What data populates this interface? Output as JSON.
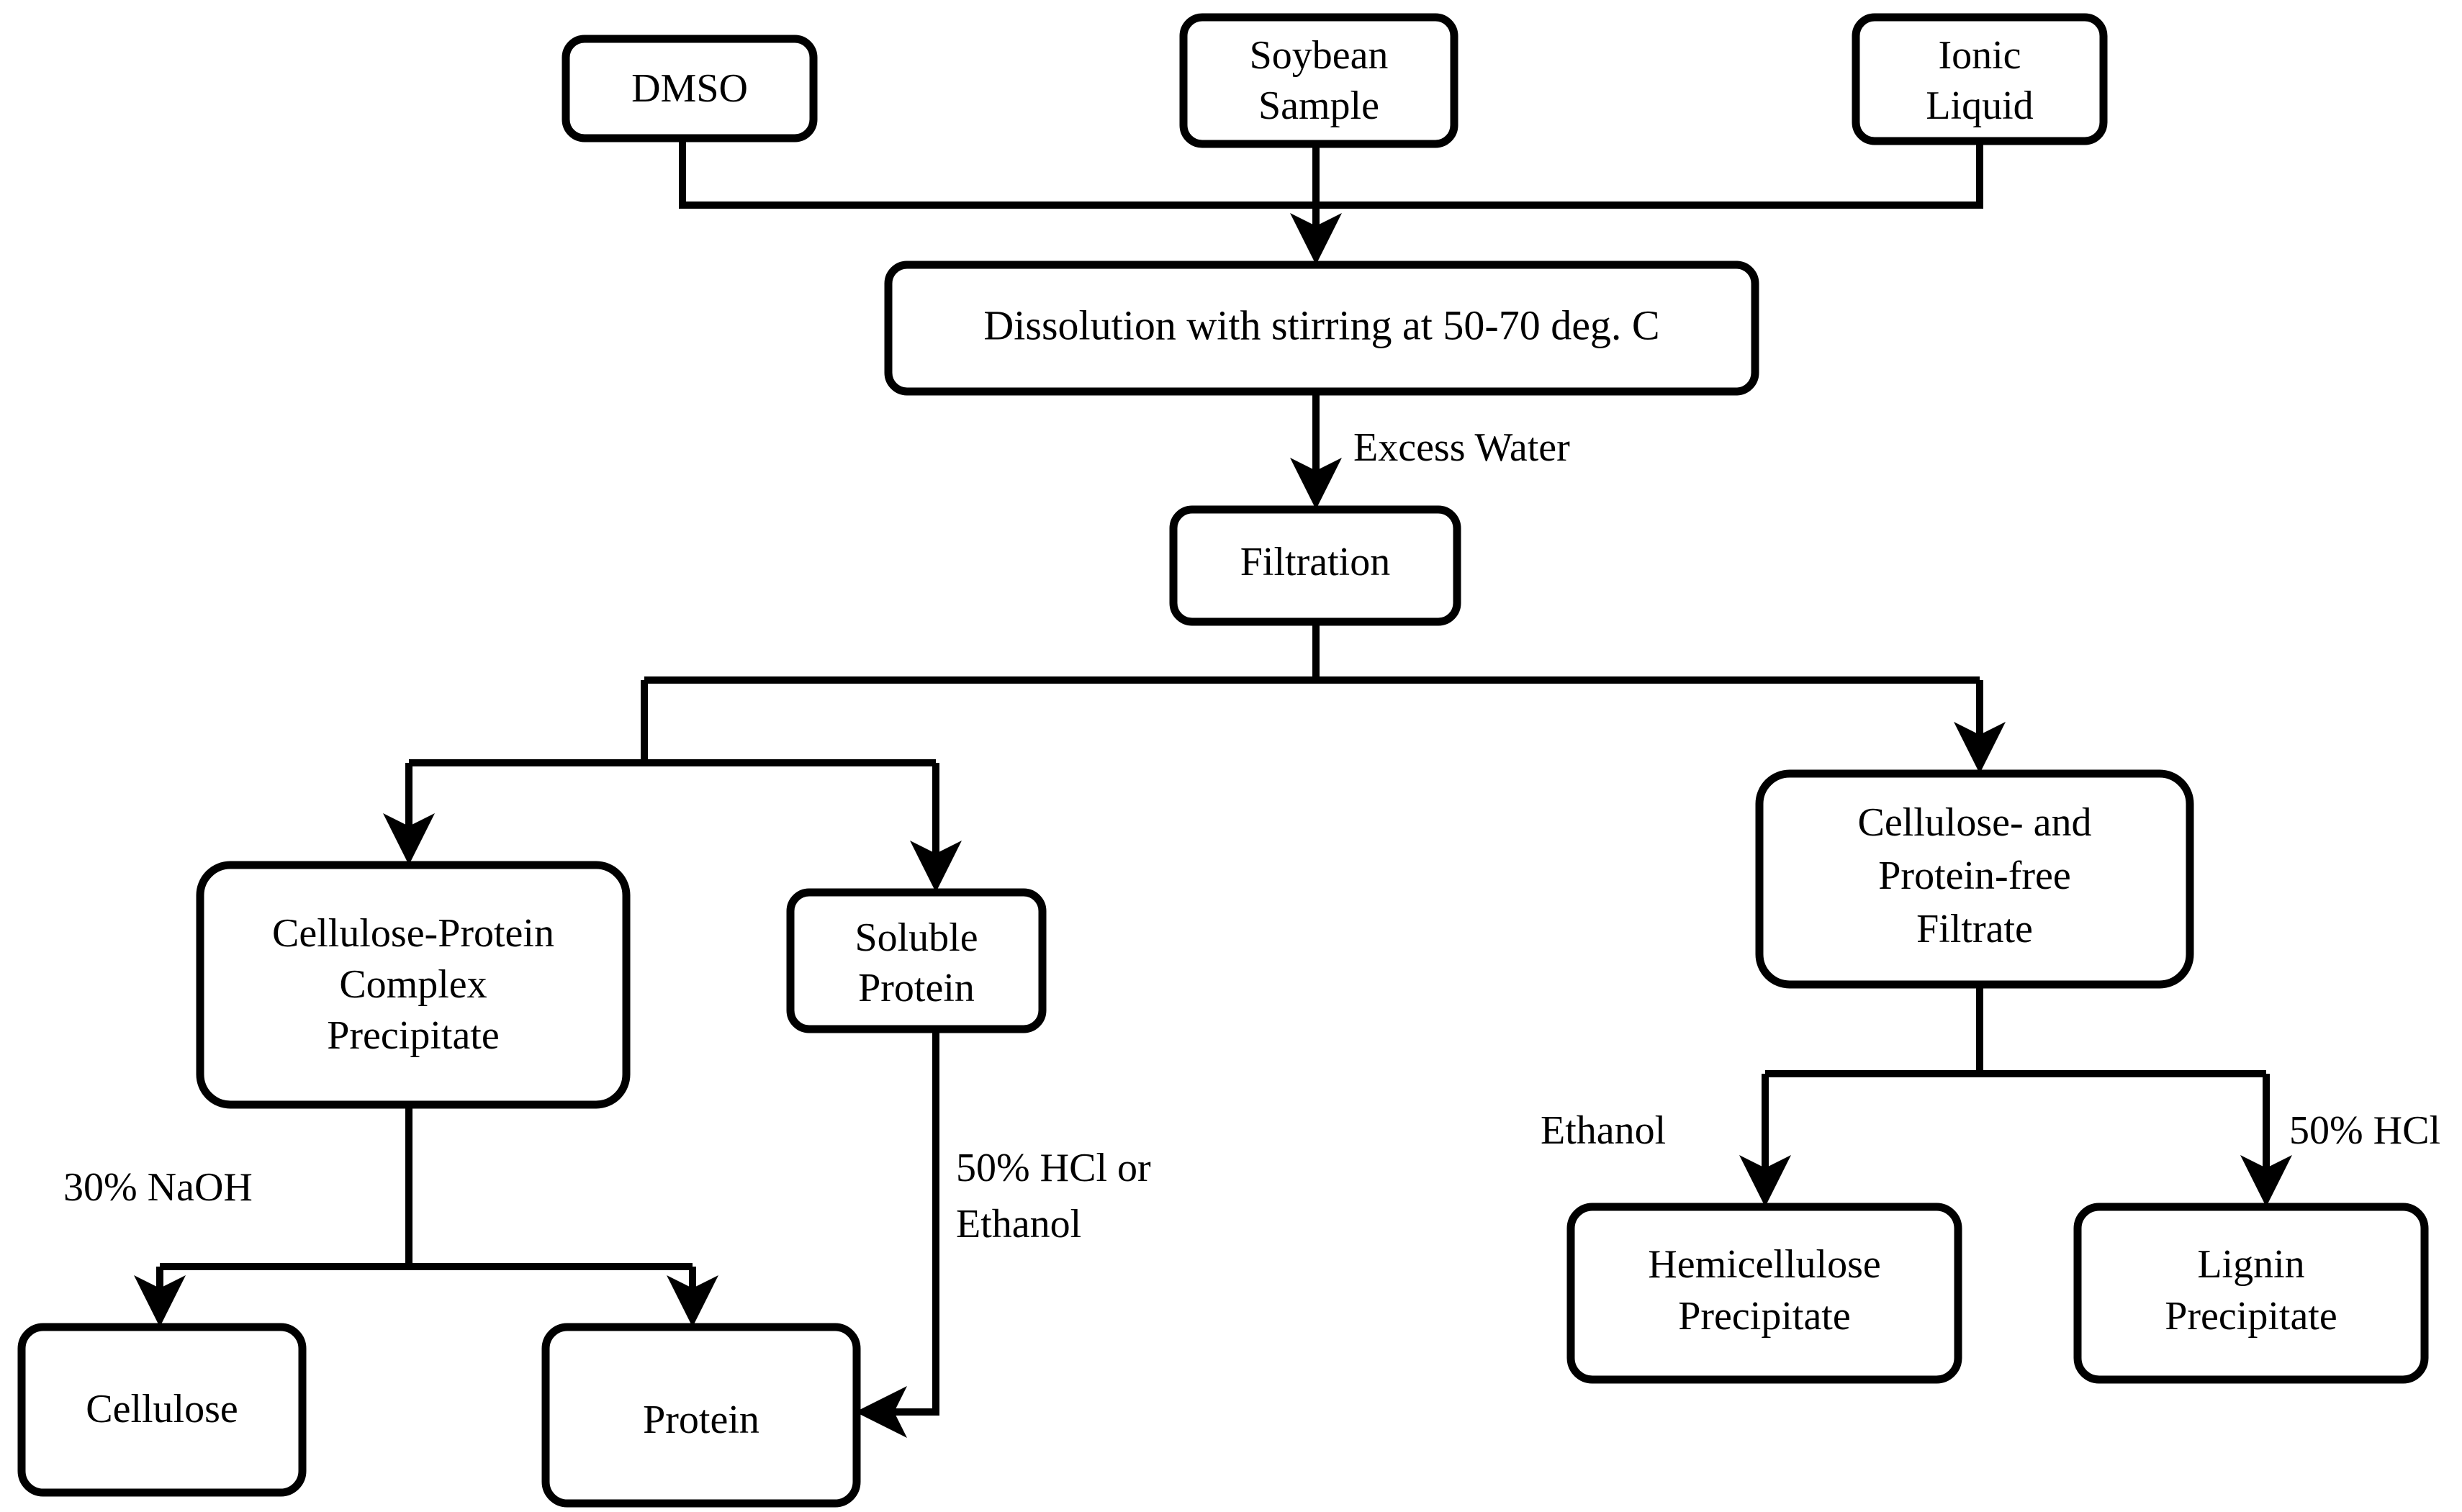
{
  "diagram": {
    "title": "Soybean fractionation process flow",
    "background_color": "#ffffff",
    "line_color": "#000000",
    "box_fill": "#ffffff"
  },
  "nodes": {
    "dmso": {
      "label": "DMSO"
    },
    "soybean_sample": {
      "line1": "Soybean",
      "line2": "Sample"
    },
    "ionic_liquid": {
      "line1": "Ionic",
      "line2": "Liquid"
    },
    "dissolution": {
      "label": "Dissolution with stirring at 50-70 deg. C"
    },
    "filtration": {
      "label": "Filtration"
    },
    "cellulose_protein_complex": {
      "line1": "Cellulose-Protein",
      "line2": "Complex",
      "line3": "Precipitate"
    },
    "soluble_protein": {
      "line1": "Soluble",
      "line2": "Protein"
    },
    "cellulose_protein_free_filtrate": {
      "line1": "Cellulose- and",
      "line2": "Protein-free",
      "line3": "Filtrate"
    },
    "cellulose": {
      "label": "Cellulose"
    },
    "protein": {
      "label": "Protein"
    },
    "hemicellulose_precipitate": {
      "line1": "Hemicellulose",
      "line2": "Precipitate"
    },
    "lignin_precipitate": {
      "line1": "Lignin",
      "line2": "Precipitate"
    }
  },
  "edge_labels": {
    "excess_water": "Excess Water",
    "naoh": "30% NaOH",
    "hcl_or_ethanol_line1": "50% HCl or",
    "hcl_or_ethanol_line2": "Ethanol",
    "ethanol": "Ethanol",
    "hcl": "50% HCl"
  }
}
